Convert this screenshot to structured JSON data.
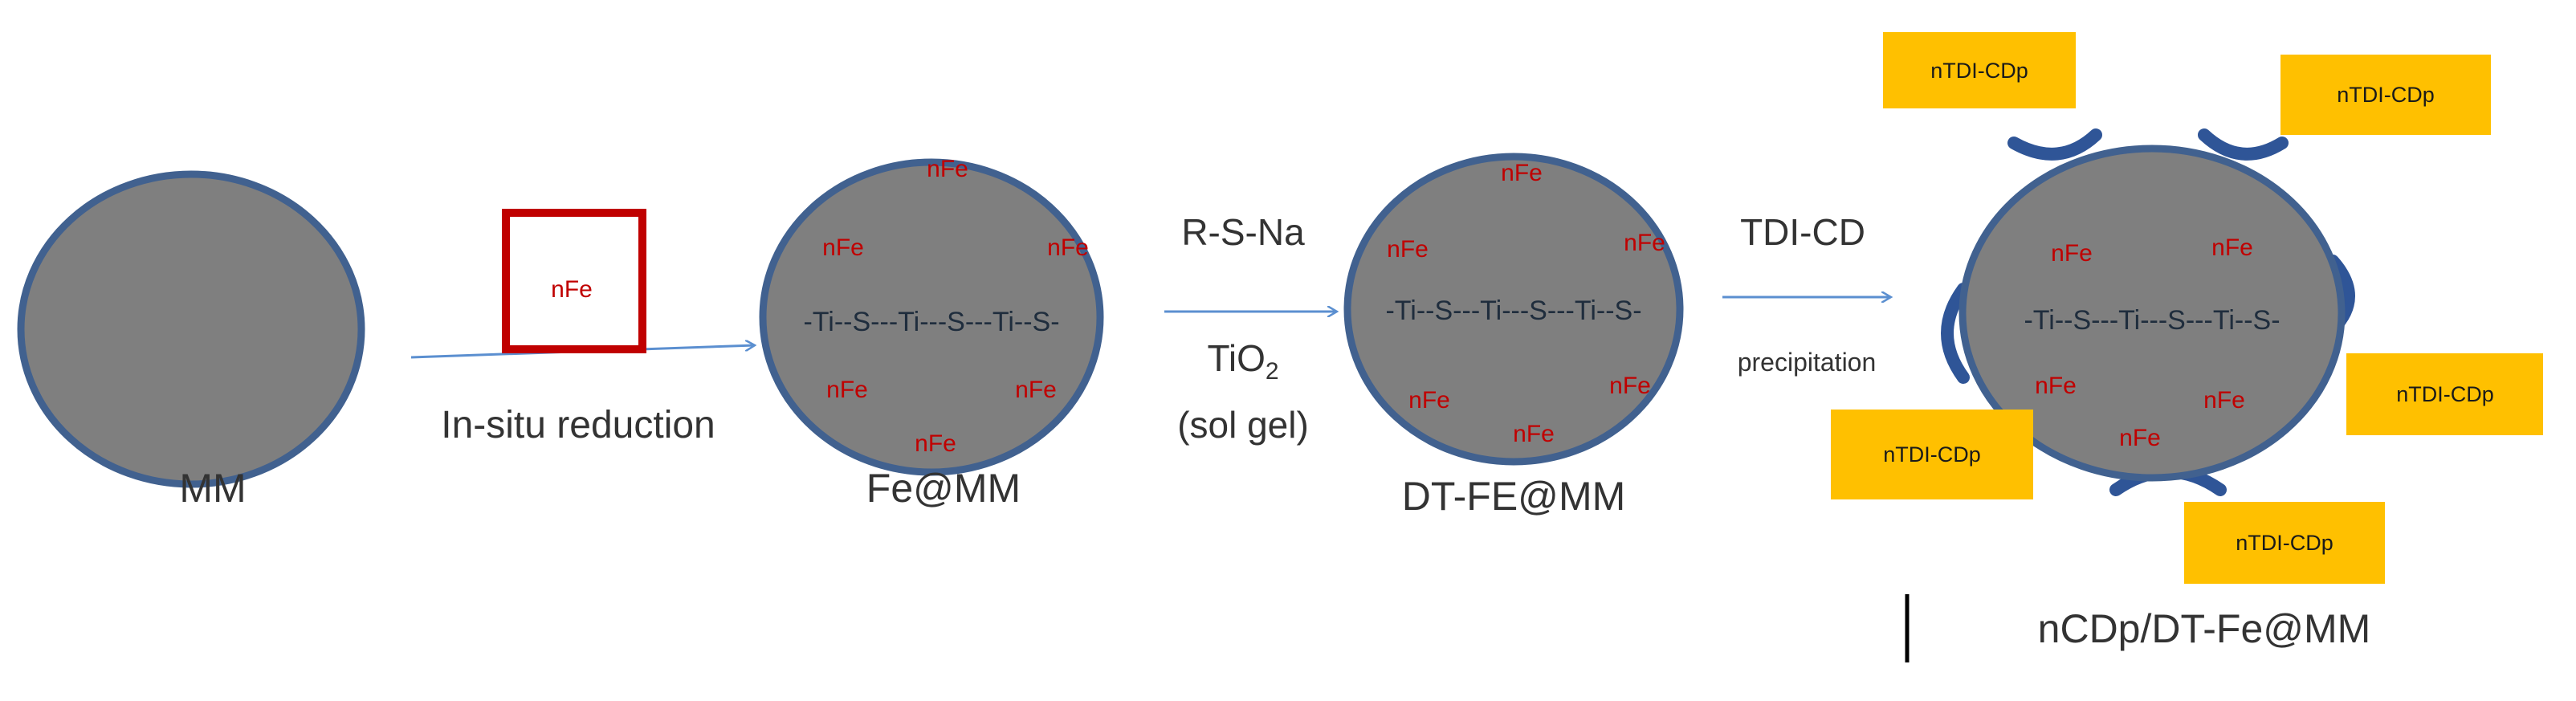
{
  "nodes": {
    "mm": {
      "label": "MM"
    },
    "fe_mm": {
      "label": "Fe@MM"
    },
    "dt_fe_mm": {
      "label": "DT-FE@MM"
    },
    "ncdp": {
      "label": "nCDp/DT-Fe@MM"
    }
  },
  "nfe": "nFe",
  "chain": "-Ti--S---Ti---S---Ti--S-",
  "step1": {
    "label": "In-situ reduction",
    "box": "nFe"
  },
  "step2": {
    "top": "R-S-Na",
    "tio": "TiO",
    "tio_sub": "2",
    "bottom": "(sol gel)"
  },
  "step3": {
    "top": "TDI-CD",
    "bottom": "precipitation"
  },
  "tag": "nTDI-CDp",
  "colors": {
    "particle_fill": "#7f7f7f",
    "particle_stroke": "#41618f",
    "arrow": "#5b8fd0",
    "nfe_text": "#c00000",
    "box_stroke": "#c00000",
    "tag_fill": "#ffc000",
    "hook": "#2f5597"
  }
}
